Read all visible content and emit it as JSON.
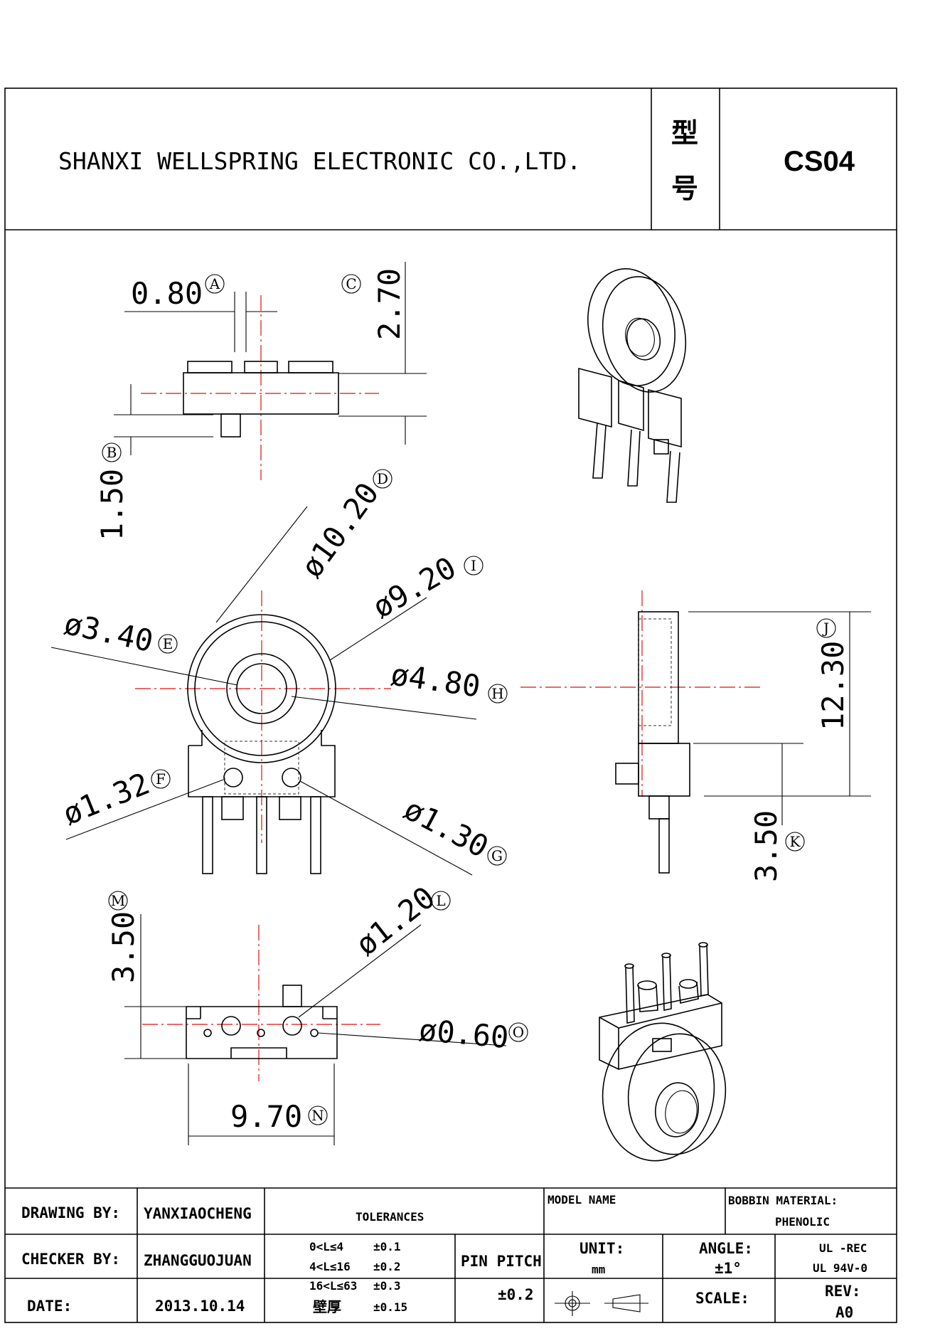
{
  "header": {
    "company": "SHANXI WELLSPRING ELECTRONIC CO.,LTD.",
    "type_label_1": "型",
    "type_label_2": "号",
    "model": "CS04"
  },
  "dimensions": {
    "A": {
      "value": "0.80",
      "tag": "A"
    },
    "B": {
      "value": "1.50",
      "tag": "B"
    },
    "C": {
      "value": "2.70",
      "tag": "C"
    },
    "D": {
      "value": "ø10.20",
      "tag": "D"
    },
    "E": {
      "value": "ø3.40",
      "tag": "E"
    },
    "F": {
      "value": "ø1.32",
      "tag": "F"
    },
    "G": {
      "value": "ø1.30",
      "tag": "G"
    },
    "H": {
      "value": "ø4.80",
      "tag": "H"
    },
    "I": {
      "value": "ø9.20",
      "tag": "I"
    },
    "J": {
      "value": "12.30",
      "tag": "J"
    },
    "K": {
      "value": "3.50",
      "tag": "K"
    },
    "L": {
      "value": "ø1.20",
      "tag": "L"
    },
    "M": {
      "value": "3.50",
      "tag": "M"
    },
    "N": {
      "value": "9.70",
      "tag": "N"
    },
    "O": {
      "value": "ø0.60",
      "tag": "O"
    }
  },
  "title_block": {
    "drawing_by_label": "DRAWING  BY:",
    "drawing_by": "YANXIAOCHENG",
    "checker_by_label": "CHECKER  BY:",
    "checker_by": "ZHANGGUOJUAN",
    "date_label": "DATE:",
    "date": "2013.10.14",
    "tolerances_label": "TOLERANCES",
    "tol_rows": [
      {
        "range": "0<L≤4",
        "value": "±0.1"
      },
      {
        "range": "4<L≤16",
        "value": "±0.2"
      },
      {
        "range": "16<L≤63",
        "value": "±0.3"
      },
      {
        "range": "壁厚",
        "value": "±0.15"
      }
    ],
    "pin_pitch_label": "PIN PITCH",
    "pin_pitch": "±0.2",
    "model_name_label": "MODEL NAME",
    "bobbin_material_label": "BOBBIN MATERIAL:",
    "bobbin_material": "PHENOLIC",
    "unit_label": "UNIT:",
    "unit": "mm",
    "angle_label": "ANGLE:",
    "angle": "±1°",
    "ul_1": "UL -REC",
    "ul_2": "UL  94V-0",
    "scale_label": "SCALE:",
    "rev_label": "REV:",
    "rev": "A0"
  }
}
